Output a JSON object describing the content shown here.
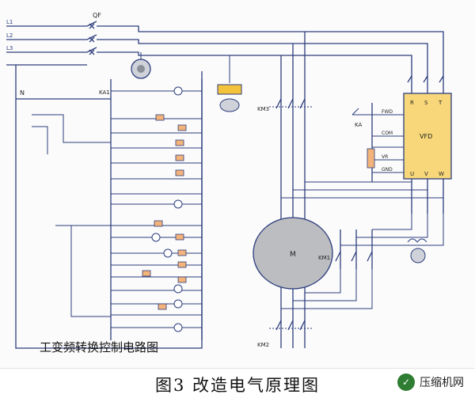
{
  "figure_caption": "图3 改造电气原理图",
  "inner_caption": "工变频转换控制电路图",
  "watermark": "压缩机网",
  "labels": {
    "qf": "QF",
    "n": "N",
    "ka1": "KA1",
    "vfd": "VFD",
    "fwd": "FWD",
    "com": "COM",
    "ka": "KA",
    "vr": "VR",
    "gnd": "GND",
    "r": "R",
    "s": "S",
    "t": "T",
    "u": "U",
    "v": "V",
    "w": "W",
    "motor": "M",
    "km1": "KM1",
    "km2": "KM2",
    "km3": "KM3",
    "l1": "L1",
    "l2": "L2",
    "l3": "L3"
  }
}
